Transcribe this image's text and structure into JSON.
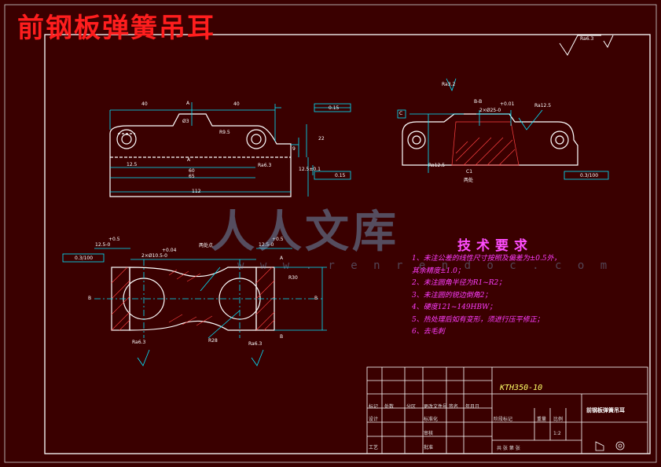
{
  "title": "前钢板弹簧吊耳",
  "watermark": "人人文库",
  "watermark_url": "w w w . r e n r e n d o c . c o m",
  "tech_requirements": {
    "heading": "技术要求",
    "items": [
      "1、未注公差的线性尺寸按照及偏差为±0.5外，",
      "其余精度±1.0；",
      "2、未注圆角半径为R1~R2；",
      "3、未注圆的锐边倒角2；",
      "4、硬度121~149HBW；",
      "5、热处理后如有变形，须进行压平修正；",
      "6、去毛刺"
    ]
  },
  "dims_top_view": {
    "d40_left": "40",
    "d40_right": "40",
    "d12_5": "12.5",
    "d60": "60",
    "d65": "65",
    "d112": "112",
    "d22": "22",
    "d9": "9",
    "r9_5": "R9.5",
    "ra6_3": "Ra6.3",
    "d12_5_tol": "12.5±0.1",
    "section_A": "A",
    "gdt_upper": "0.15",
    "gdt_lower": "0.15",
    "phi_top": "Ø3"
  },
  "dims_section_view": {
    "label": "B-B",
    "dia": "2×Ø25-0",
    "tol": "+0.01",
    "ra12_5": "Ra12.5",
    "ra3_2": "Ra3.2",
    "ra12_5_b": "Ra12.5",
    "c1": "C1",
    "runout": "0.3/100",
    "datum_c": "C",
    "side_note": "两处"
  },
  "dims_bottom_view": {
    "d12_5_left": "12.5-0",
    "d12_5_right": "12.5-0",
    "tol_left": "+0.5",
    "tol_right": "+0.5",
    "holes": "2×Ø10.5-0",
    "holes_tol": "+0.04",
    "runout": "0.3/100",
    "r30": "R30",
    "r28": "R28",
    "ra6_3_l": "Ra6.3",
    "ra6_3_r": "Ra6.3",
    "label_B": "B",
    "datum_A": "A",
    "datum_B": "B",
    "center_note": "两处点"
  },
  "surface_symbol": "Ra6.3",
  "title_block": {
    "code": "KTH350-10",
    "name": "前钢板弹簧吊耳",
    "labels": [
      "标记",
      "处数",
      "分区",
      "更改文件号",
      "签名",
      "年月日",
      "设计",
      "标准化",
      "审核",
      "阶段标记",
      "重量",
      "比例",
      "工艺",
      "批准",
      "共 张 第 张"
    ],
    "scale": "1:2"
  },
  "colors": {
    "background": "#3a0000",
    "title": "#ff1e1e",
    "outline": "#ffffff",
    "dimension": "#00e5ff",
    "hatch": "#ff4040",
    "tech": "#ff3dff"
  }
}
